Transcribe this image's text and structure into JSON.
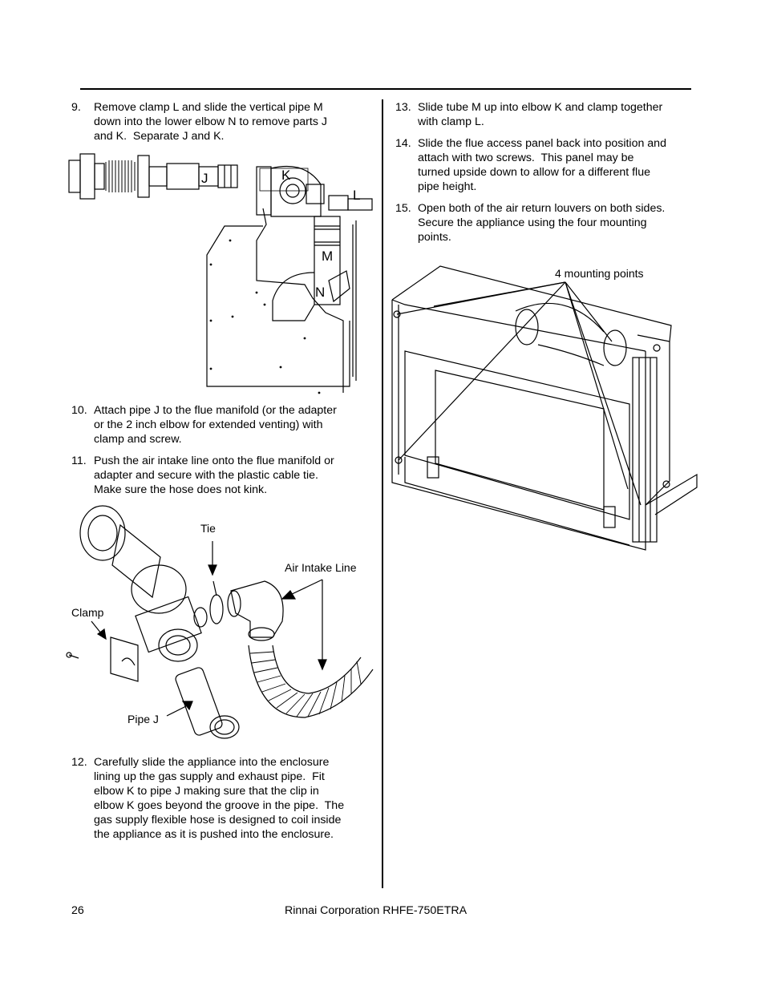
{
  "header_rule": true,
  "steps": {
    "s9": {
      "num": "9.",
      "text": "Remove clamp L and slide the vertical pipe M\ndown into the lower elbow N to remove parts J\nand K.  Separate J and K."
    },
    "s10": {
      "num": "10.",
      "text": "Attach pipe J to the flue manifold (or the adapter\nor the 2 inch elbow for extended venting) with\nclamp and screw."
    },
    "s11": {
      "num": "11.",
      "text": "Push the air intake line onto the flue manifold or\nadapter and secure with the plastic cable tie.\nMake sure the hose does not kink."
    },
    "s12": {
      "num": "12.",
      "text": "Carefully slide the appliance into the enclosure\nlining up the gas supply and exhaust pipe.  Fit\nelbow K to pipe J making sure that the clip in\nelbow K goes beyond the groove in the pipe.  The\ngas supply flexible hose is designed to coil inside\nthe appliance as it is pushed into the enclosure."
    },
    "s13": {
      "num": "13.",
      "text": "Slide tube M up into elbow K and clamp together\nwith clamp L."
    },
    "s14": {
      "num": "14.",
      "text": "Slide the flue access panel back into position and\nattach with two screws.  This panel may be\nturned upside down to allow for a different flue\npipe height."
    },
    "s15": {
      "num": "15.",
      "text": "Open both of the air return louvers on both sides.\nSecure the appliance using the four mounting\npoints."
    }
  },
  "figure1": {
    "labels": {
      "j": "J",
      "k": "K",
      "l": "L",
      "m": "M",
      "n": "N"
    }
  },
  "figure2": {
    "labels": {
      "tie": "Tie",
      "air_intake": "Air Intake Line",
      "clamp": "Clamp",
      "pipe_j": "Pipe J"
    }
  },
  "figure3": {
    "labels": {
      "mounting": "4 mounting points"
    }
  },
  "footer": {
    "page": "26",
    "title": "Rinnai Corporation RHFE-750ETRA"
  }
}
